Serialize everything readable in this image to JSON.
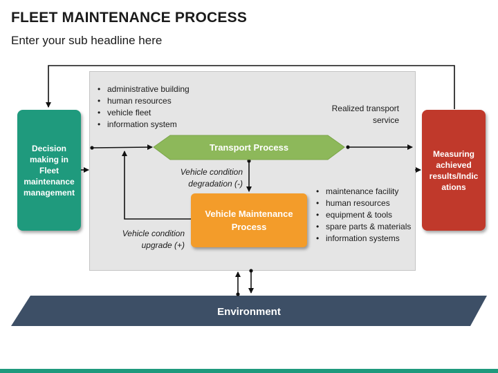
{
  "header": {
    "title": "FLEET MAINTENANCE PROCESS",
    "subtitle": "Enter your sub headline here"
  },
  "boxes": {
    "decision": "Decision making in Fleet maintenance management",
    "measure": "Measuring achieved results/Indic ations",
    "transport": "Transport Process",
    "vehicle_maintenance": "Vehicle Maintenance Process",
    "environment": "Environment"
  },
  "transport_resources": [
    "administrative building",
    "human resources",
    "vehicle fleet",
    "information system"
  ],
  "maintenance_resources": [
    "maintenance facility",
    "human resources",
    "equipment & tools",
    "spare parts & materials",
    "information systems"
  ],
  "notes": {
    "realized": "Realized transport service",
    "degradation": "Vehicle condition degradation (-)",
    "upgrade": "Vehicle condition upgrade (+)"
  },
  "colors": {
    "decision": "#1f9a7d",
    "measure": "#c0392b",
    "transport": "#8db85a",
    "vehicle_maintenance": "#f39c2a",
    "environment": "#3d4f66",
    "panel": "#e5e5e5"
  }
}
